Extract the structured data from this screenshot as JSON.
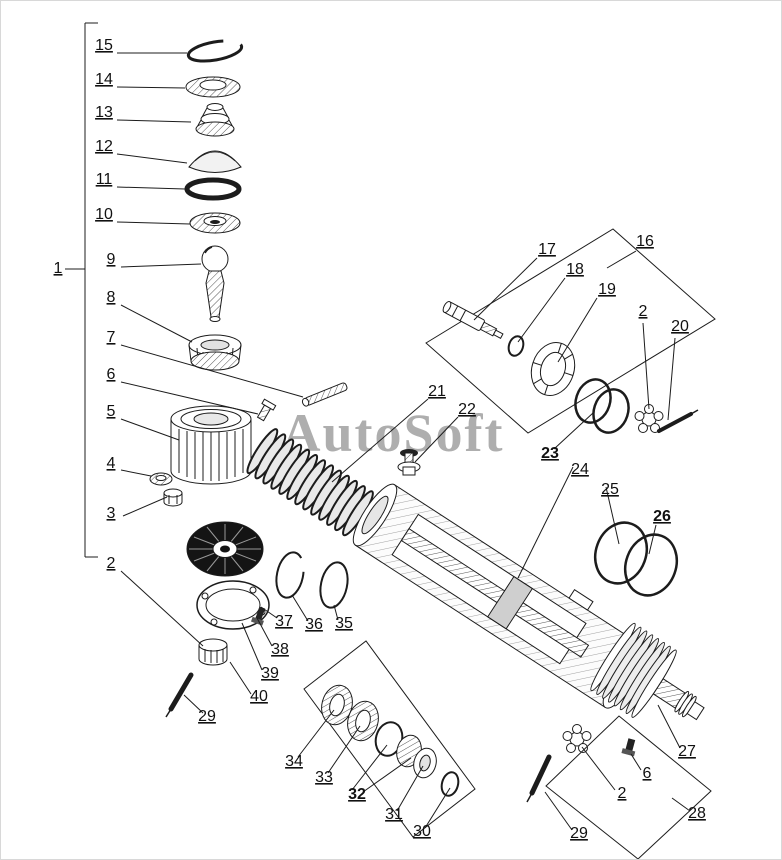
{
  "watermark": "AutoSoft",
  "callouts": [
    "15",
    "14",
    "13",
    "12",
    "11",
    "10",
    "9",
    "8",
    "7",
    "6",
    "5",
    "4",
    "3",
    "1",
    "2",
    "29",
    "40",
    "39",
    "38",
    "37",
    "36",
    "35",
    "21",
    "22",
    "17",
    "18",
    "19",
    "16",
    "2",
    "20",
    "23",
    "24",
    "25",
    "26",
    "34",
    "33",
    "32",
    "31",
    "30",
    "27",
    "6",
    "2",
    "29",
    "28"
  ]
}
